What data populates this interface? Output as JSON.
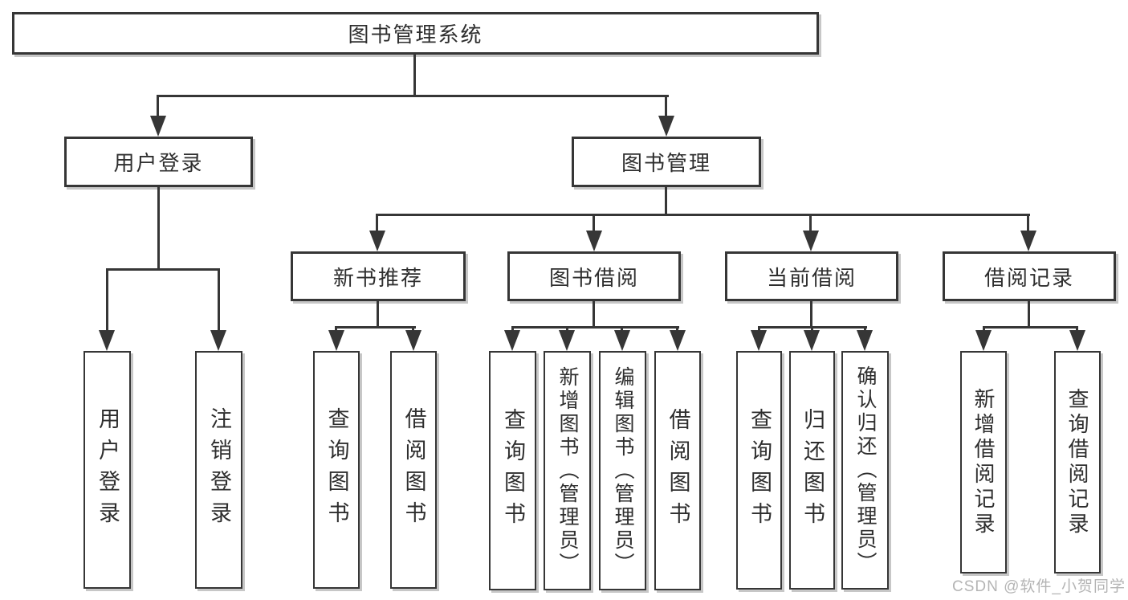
{
  "diagram_title": "图书管理系统",
  "nodes": {
    "root": {
      "label": "图书管理系统"
    },
    "level2": [
      {
        "id": "user-login",
        "label": "用户登录"
      },
      {
        "id": "book-management",
        "label": "图书管理"
      }
    ],
    "level3": [
      {
        "id": "new-book-recommend",
        "label": "新书推荐"
      },
      {
        "id": "book-borrowing",
        "label": "图书借阅"
      },
      {
        "id": "current-borrowing",
        "label": "当前借阅"
      },
      {
        "id": "borrowing-records",
        "label": "借阅记录"
      }
    ],
    "leaves": {
      "user_login": [
        {
          "label": "用户登录"
        },
        {
          "label": "注销登录"
        }
      ],
      "new_book_recommend": [
        {
          "label": "查询图书"
        },
        {
          "label": "借阅图书"
        }
      ],
      "book_borrowing": [
        {
          "label": "查询图书"
        },
        {
          "label": "新增图书（管理员）"
        },
        {
          "label": "编辑图书（管理员）"
        },
        {
          "label": "借阅图书"
        }
      ],
      "current_borrowing": [
        {
          "label": "查询图书"
        },
        {
          "label": "归还图书"
        },
        {
          "label": "确认归还（管理员）"
        }
      ],
      "borrowing_records": [
        {
          "label": "新增借阅记录"
        },
        {
          "label": "查询借阅记录"
        }
      ]
    }
  },
  "watermark": {
    "text": "CSDN @软件_小贺同学",
    "color": "#b4b4b4"
  },
  "colors": {
    "line": "#363636",
    "border": "#363636",
    "text": "#2e2e2e",
    "background": "#ffffff"
  }
}
